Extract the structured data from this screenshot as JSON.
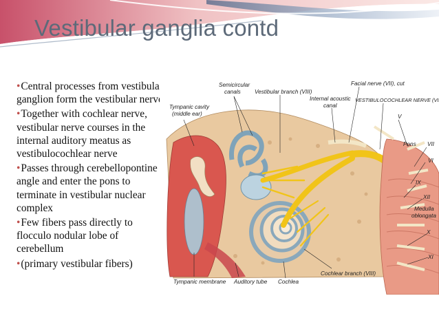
{
  "slide": {
    "title": "Vestibular ganglia contd",
    "bullets": [
      {
        "marker": "•",
        "text": "Central processes from vestibular ganglion form the vestibular nerve"
      },
      {
        "marker": "•",
        "text": "Together with cochlear nerve, vestibular nerve courses in the internal auditory meatus as vestibulocochlear nerve"
      },
      {
        "marker": "•",
        "text": "Passes through cerebellopontine angle and enter the pons to terminate in vestibular nuclear complex"
      },
      {
        "marker": "•",
        "text": "Few fibers pass directly to flocculo nodular lobe of cerebellum"
      },
      {
        "marker": "•",
        "text": "(primary vestibular fibers)"
      }
    ]
  },
  "figure": {
    "labels": {
      "semicircular_1": "Semicircular",
      "semicircular_2": "canals",
      "vestibular_branch": "Vestibular branch (VIII)",
      "facial_nerve": "Facial nerve (VII), cut",
      "tympanic_1": "Tympanic cavity",
      "tympanic_2": "(middle ear)",
      "internal_acoustic_1": "Internal acoustic",
      "internal_acoustic_2": "canal",
      "vestibulocochlear": "VESTIBULOCOCHLEAR NERVE (VIII)",
      "v": "V",
      "pons": "Pons",
      "vii": "VII",
      "vi": "VI",
      "ix": "IX",
      "xii": "XII",
      "medulla_1": "Medulla",
      "medulla_2": "oblongata",
      "x": "X",
      "xi": "XI",
      "cochlear_branch": "Cochlear branch (VIII)",
      "tympanic_membrane": "Tympanic membrane",
      "auditory_tube": "Auditory tube",
      "cochlea": "Cochlea"
    }
  },
  "colors": {
    "title": "#5d6a79",
    "bullet_marker": "#c0504d",
    "swoosh_pink": "#e8a0a8",
    "swoosh_blue": "#6f86a6",
    "bone": "#e9c9a0",
    "nerve": "#f1c419",
    "muscle": "#d9574f"
  }
}
